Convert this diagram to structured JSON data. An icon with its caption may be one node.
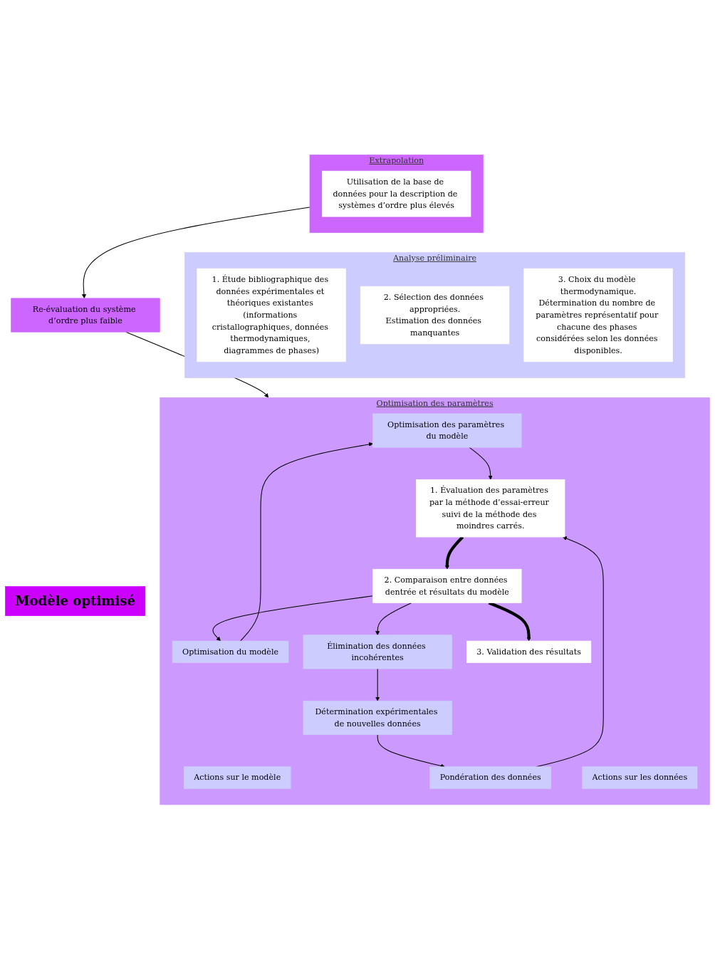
{
  "diagram": {
    "nodes": [
      {
        "text": [
          "Analyse préliminaire"
        ]
      },
      {
        "text": [
          "1. Étude bibliographique des données expérimentales et théoriques existantes (informations cristallographiques, données thermodynamiques, diagrammes de phases)"
        ],
        "in": 0
      },
      {
        "text": [
          "2. Sélection des données appropriées.",
          "Estimation des données manquantes"
        ],
        "in": 0
      },
      {
        "text": [
          "3. Choix du modèle thermodynamique.",
          "Détermination du nombre de paramètres représentatif pour chacune des phases considérées selon les données disponibles."
        ],
        "in": 0
      },
      {
        "text": [
          "Optimisation des paramètres"
        ]
      },
      {
        "text": [
          "Actions sur le modèle"
        ],
        "in": 4
      },
      {
        "text": [
          "Actions sur les données"
        ],
        "in": 4
      },
      {
        "text": [
          "1. Évaluation des paramètres par la méthode d’essai-erreur suivi de la méthode des moindres carrés."
        ],
        "in": 4
      },
      {
        "text": [
          "Pondération des données"
        ],
        "in": 4
      },
      {
        "text": [
          "Optimisation des paramètres du modèle"
        ],
        "in": 4
      },
      {
        "text": [
          "Détermination expérimentales de nouvelles données"
        ],
        "in": 4
      },
      {
        "text": [
          "2. Comparaison entre données dentrée et résultats du modèle"
        ],
        "in": 4
      },
      {
        "text": [
          "Optimisation du modèle"
        ],
        "in": 4
      },
      {
        "text": [
          "Élimination des données incohérentes"
        ],
        "in": 4
      },
      {
        "text": [
          "3. Validation des résultats"
        ],
        "in": 4
      },
      {
        "text": [
          "Extrapolation"
        ]
      },
      {
        "text": [
          "Utilisation de la base de données pour la description de systèmes d’ordre plus élevés"
        ],
        "in": 15
      },
      {
        "text": [
          "Re-évaluation du système d’ordre plus faible"
        ]
      },
      {
        "text": [
          "Modèle optimisé"
        ]
      }
    ],
    "edges": [
      {
        "from": 9,
        "to": 7,
        "arrow": "to"
      },
      {
        "from": 8,
        "to": 7,
        "arrow": "to"
      },
      {
        "from": 7,
        "to": 11,
        "arrow": "to",
        "style": "thick"
      },
      {
        "from": 12,
        "to": 9,
        "arrow": "to"
      },
      {
        "from": 10,
        "to": 8,
        "arrow": "to"
      },
      {
        "from": 13,
        "to": 10,
        "arrow": "to"
      },
      {
        "from": 11,
        "to": 12,
        "arrow": "to"
      },
      {
        "from": 11,
        "to": 13,
        "arrow": "to"
      },
      {
        "from": 11,
        "to": 14,
        "arrow": "to",
        "style": "thick"
      },
      {
        "from": 15,
        "to": 17,
        "arrow": "to"
      },
      {
        "from": 17,
        "to": 4,
        "arrow": "to"
      }
    ]
  }
}
